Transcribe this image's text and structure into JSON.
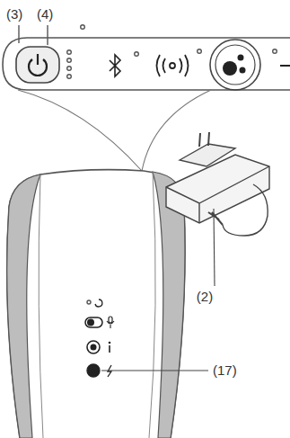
{
  "diagram": {
    "labels": [
      "(3)",
      "(4)",
      "(2)",
      "(17)"
    ]
  }
}
